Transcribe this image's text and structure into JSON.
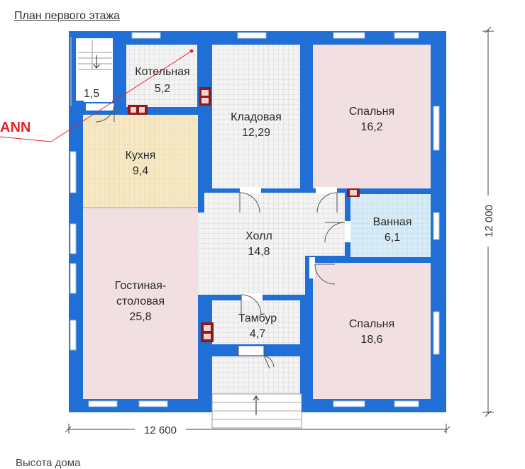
{
  "title": "План первого этажа",
  "bottom_text": "Высота дома",
  "brand_text": "ANN",
  "dimensions": {
    "width": "12 600",
    "height": "12 000"
  },
  "rooms": {
    "stair": {
      "area": "1,5"
    },
    "boiler": {
      "name": "Котельная",
      "area": "5,2"
    },
    "storage": {
      "name": "Кладовая",
      "area": "12,29"
    },
    "bedroom1": {
      "name": "Спальня",
      "area": "16,2"
    },
    "kitchen": {
      "name": "Кухня",
      "area": "9,4"
    },
    "bathroom": {
      "name": "Ванная",
      "area": "6,1"
    },
    "hall": {
      "name": "Холл",
      "area": "14,8"
    },
    "living": {
      "name_line1": "Гостиная-",
      "name_line2": "столовая",
      "area": "25,8"
    },
    "vestibule": {
      "name": "Тамбур",
      "area": "4,7"
    },
    "bedroom2": {
      "name": "Спальня",
      "area": "18,6"
    }
  },
  "colors": {
    "wall": "#1f6fd6",
    "tile": "#f2f2f2",
    "bedroom": "#f2dfe1",
    "kitchen": "#f6e9c7",
    "bathroom": "#d8ecf7",
    "brand": "#e5242b"
  }
}
